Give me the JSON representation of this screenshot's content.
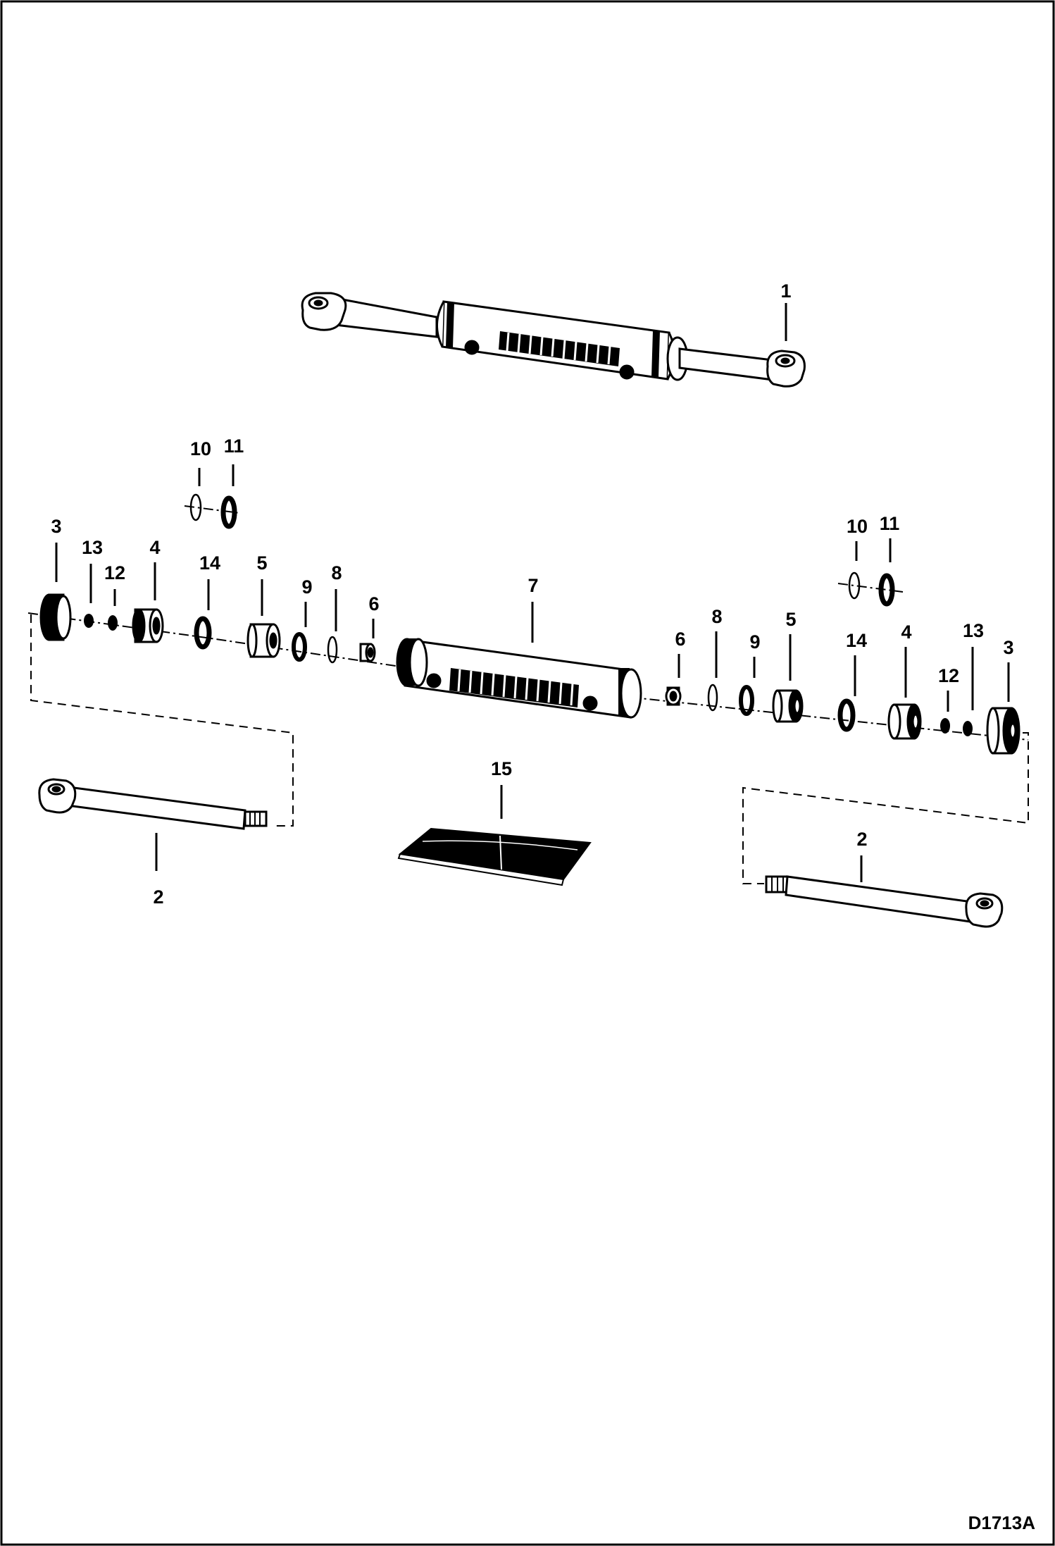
{
  "drawing_id": "D1713A",
  "callouts": {
    "c1": "1",
    "c2_left": "2",
    "c2_right": "2",
    "c3_left": "3",
    "c3_right": "3",
    "c4_left": "4",
    "c4_right": "4",
    "c5_left": "5",
    "c5_right": "5",
    "c6_left": "6",
    "c6_right": "6",
    "c7": "7",
    "c8_left": "8",
    "c8_right": "8",
    "c9_left": "9",
    "c9_right": "9",
    "c10_left": "10",
    "c10_right": "10",
    "c11_left": "11",
    "c11_right": "11",
    "c12_left": "12",
    "c12_right": "12",
    "c13_left": "13",
    "c13_right": "13",
    "c14_left": "14",
    "c14_right": "14",
    "c15": "15"
  }
}
